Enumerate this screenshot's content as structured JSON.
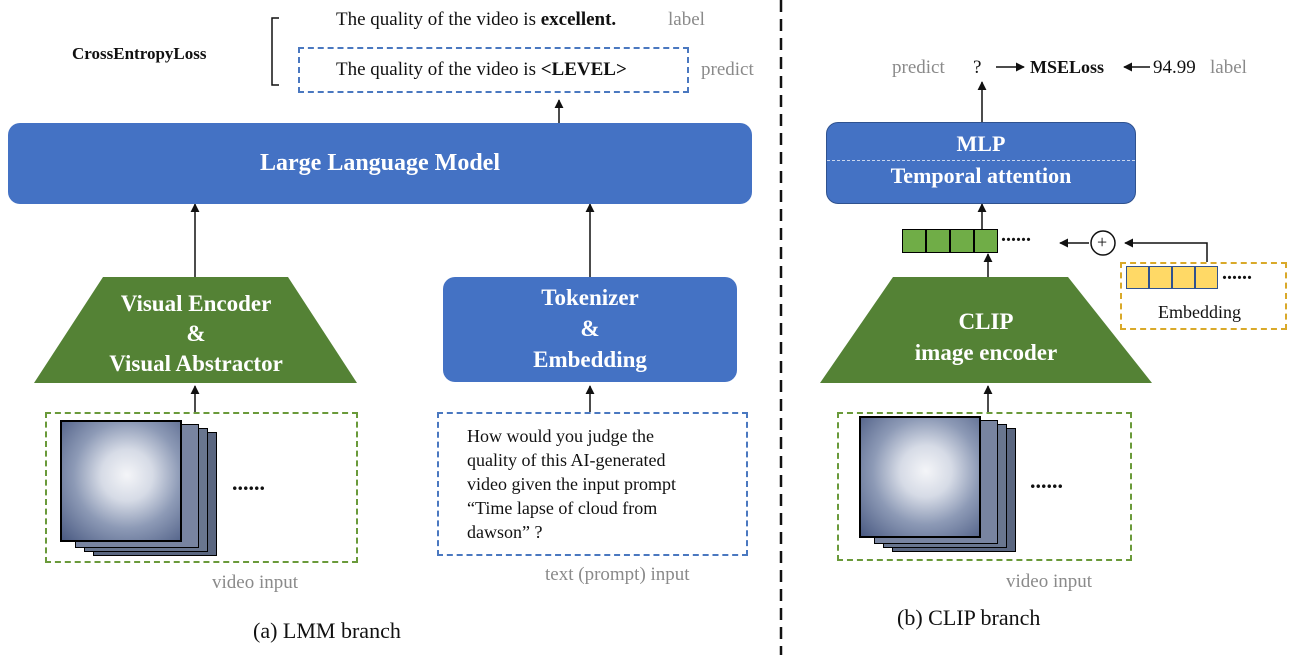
{
  "lmm": {
    "loss": "CrossEntropyLoss",
    "label_text_prefix": "The quality of the video is ",
    "label_text_bold": "excellent.",
    "label_tag": "label",
    "predict_text_prefix": "The quality of the video is ",
    "predict_text_bold": "<LEVEL>",
    "predict_tag": "predict",
    "llm": "Large Language Model",
    "visual_encoder": [
      "Visual Encoder",
      "&",
      "Visual Abstractor"
    ],
    "tokenizer": [
      "Tokenizer",
      "&",
      "Embedding"
    ],
    "dots": "......",
    "prompt_lines": [
      "How would you judge the",
      "quality of this AI-generated",
      "video given the input prompt",
      "“Time lapse of cloud from",
      "dawson” ?"
    ],
    "video_caption": "video input",
    "text_caption": "text (prompt) input",
    "title": "(a) LMM branch"
  },
  "clip": {
    "predict_tag": "predict",
    "predict_value": "?",
    "loss": "MSELoss",
    "label_value": "94.99",
    "label_tag": "label",
    "mlp": "MLP",
    "temporal": "Temporal attention",
    "plus": "+",
    "dots": "......",
    "embedding": "Embedding",
    "encoder": [
      "CLIP",
      "image encoder"
    ],
    "video_caption": "video input",
    "title": "(b) CLIP branch"
  },
  "colors": {
    "blue_box": "#4472c4",
    "green": "#548235",
    "token_green": "#70ad47",
    "token_yellow": "#ffd966"
  }
}
